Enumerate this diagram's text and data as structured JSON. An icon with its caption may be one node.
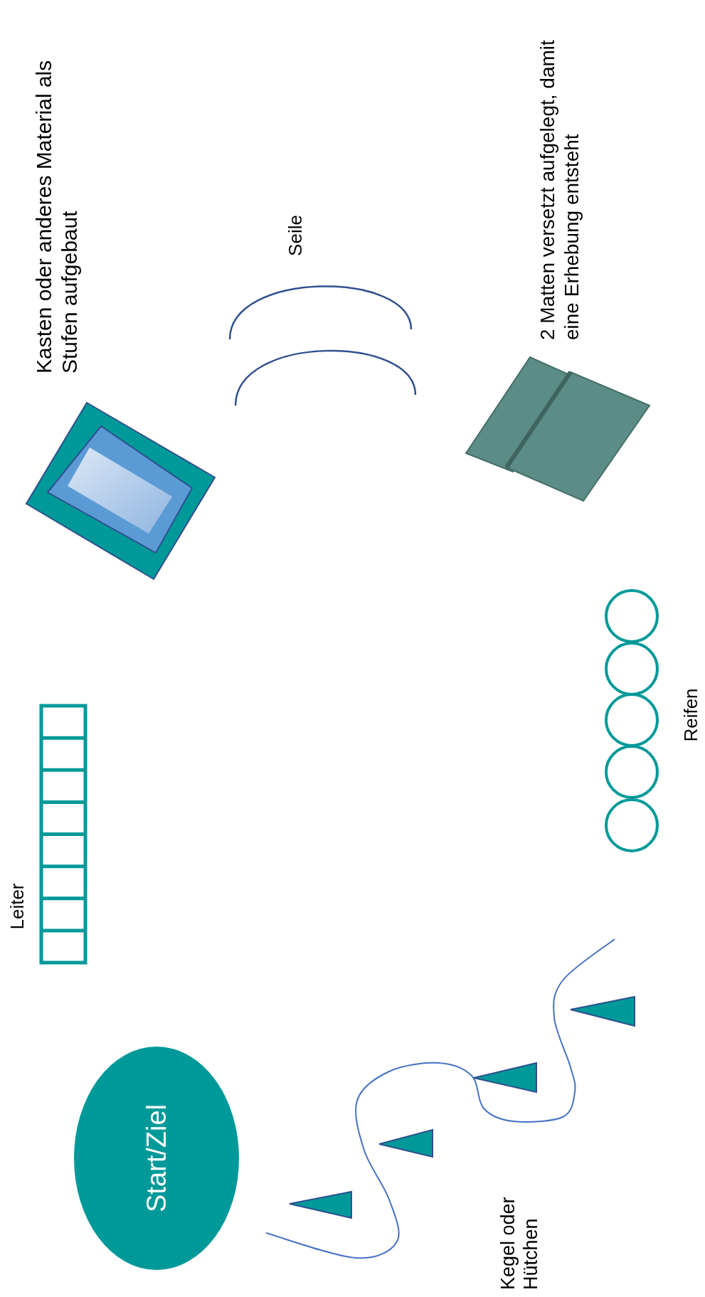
{
  "diagram": {
    "nodes": [
      {
        "text": [
          "Start/Ziel"
        ]
      }
    ],
    "labels": [
      "Kasten oder anderes Material als Stufen aufgebaut",
      "Seile",
      "2 Matten versetzt aufgelegt, damit eine Erhebung entsteht",
      "Leiter",
      "Reifen",
      "Kegel oder Hütchen"
    ]
  }
}
